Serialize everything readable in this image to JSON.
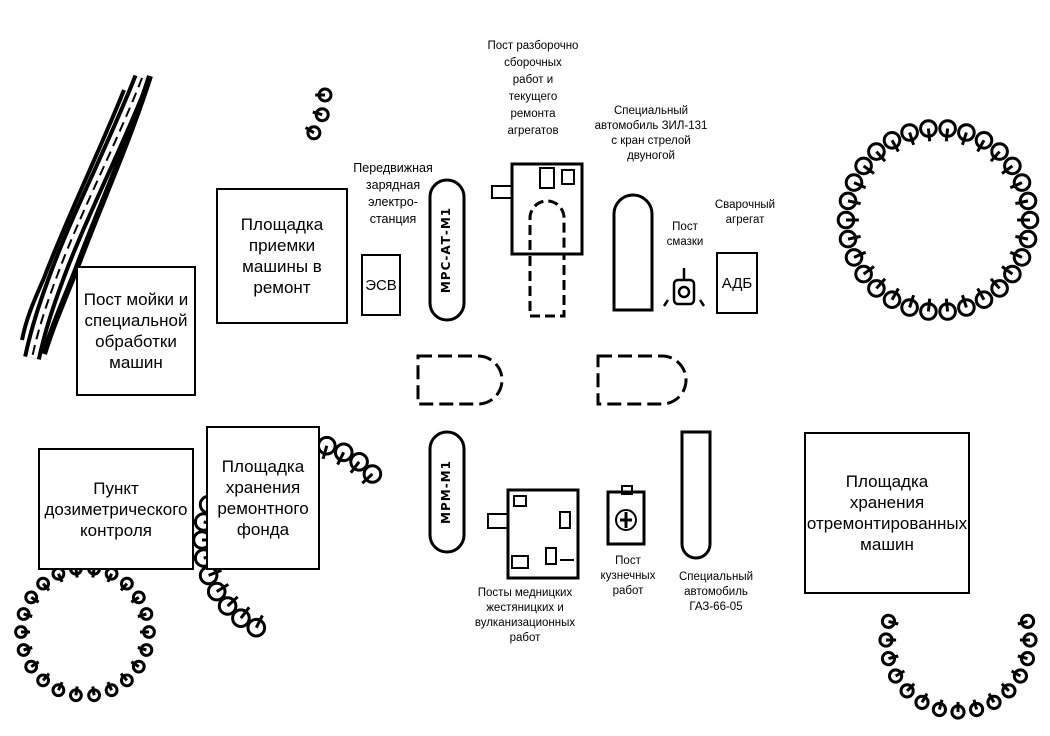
{
  "labels": {
    "wash_post": "Пост мойки и\nспециальной\nобработки\nмашин",
    "reception": "Площадка\nприемки\nмашины в\nремонт",
    "dosimetry": "Пункт\nдозиметрического\nконтроля",
    "repair_fund": "Площадка\nхранения\nремонтного\nфонда",
    "repaired_storage": "Площадка хранения\nотремонтированных\nмашин",
    "mobile_station": "Передвижная\nзарядная\nэлектро-\nстанция",
    "esv": "ЭСВ",
    "mrs": "МРС-АТ-М1",
    "mrm": "МРМ-М1",
    "assembly_post": "Пост разборочно\nсборочных\nработ и\nтекущего\nремонта\nагрегатов",
    "zil_vehicle": "Специальный\nавтомобиль ЗИЛ-131\nс кран стрелой\nдвуногой",
    "lube_post": "Пост\nсмазки",
    "welding": "Сварочный\nагрегат",
    "adb": "АДБ",
    "copper_posts": "Посты медницких\nжестяницких и\nвулканизационных\nработ",
    "forge_post": "Пост\nкузнечных\nработ",
    "gaz_vehicle": "Специальный\nавтомобиль\nГАЗ-66-05"
  },
  "colors": {
    "ink": "#000000",
    "paper": "#ffffff"
  },
  "icons": [
    "tree-ring-icon",
    "road-icon",
    "vehicle-outline-icon",
    "workshop-icon",
    "forge-icon",
    "lubricator-icon"
  ]
}
